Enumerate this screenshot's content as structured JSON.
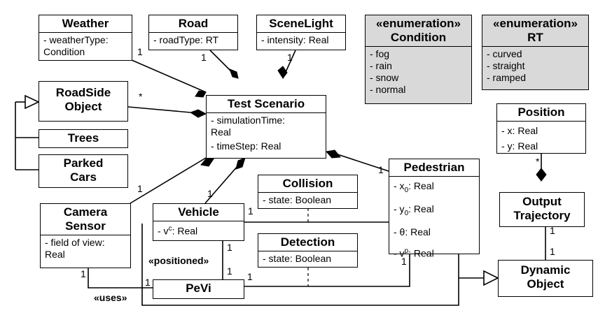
{
  "classes": {
    "weather": {
      "name": "Weather",
      "attrs": [
        "- weatherType:",
        "Condition"
      ]
    },
    "road": {
      "name": "Road",
      "attrs": [
        "- roadType: RT"
      ]
    },
    "scenelight": {
      "name": "SceneLight",
      "attrs": [
        "- intensity: Real"
      ]
    },
    "condition": {
      "stereotype": "«enumeration»",
      "name": "Condition",
      "attrs": [
        "- fog",
        "- rain",
        "- snow",
        "- normal"
      ]
    },
    "rt": {
      "stereotype": "«enumeration»",
      "name": "RT",
      "attrs": [
        "- curved",
        "- straight",
        "- ramped"
      ]
    },
    "roadside": {
      "name": [
        "RoadSide",
        "Object"
      ]
    },
    "trees": {
      "name": "Trees"
    },
    "parked": {
      "name": [
        "Parked",
        "Cars"
      ]
    },
    "testscenario": {
      "name": "Test Scenario",
      "attrs": [
        "- simulationTime:",
        "Real",
        "- timeStep: Real"
      ]
    },
    "position": {
      "name": "Position",
      "attrs": [
        "- x: Real",
        "- y: Real"
      ]
    },
    "camera": {
      "name": [
        "Camera",
        "Sensor"
      ],
      "attrs": [
        "- field of view:",
        "Real"
      ]
    },
    "vehicle": {
      "name": "Vehicle",
      "attr_prefix": "- v",
      "attr_sup": "c",
      "attr_suffix": ": Real"
    },
    "collision": {
      "name": "Collision",
      "attrs": [
        "- state: Boolean"
      ]
    },
    "detection": {
      "name": "Detection",
      "attrs": [
        "- state: Boolean"
      ]
    },
    "pedestrian": {
      "name": "Pedestrian",
      "x0": {
        "pre": "- x",
        "sub": "0",
        "post": ": Real"
      },
      "y0": {
        "pre": "- y",
        "sub": "0",
        "post": ": Real"
      },
      "theta": "- θ: Real",
      "vp": {
        "pre": "- v",
        "sup": "p",
        "post": ": Real"
      }
    },
    "output": {
      "name": [
        "Output",
        "Trajectory"
      ]
    },
    "pevi": {
      "name": "PeVi"
    },
    "dynamic": {
      "name": [
        "Dynamic",
        "Object"
      ]
    }
  },
  "multiplicities": {
    "weather": "1",
    "road": "1",
    "scenelight": "1",
    "roadside": "*",
    "camera": "1",
    "vehicle": "1",
    "pedestrian": "1",
    "position": "*",
    "output_top": "1",
    "dynamic": "1",
    "vehicle_right": "1",
    "vehicle_down": "1",
    "pevi_top": "1",
    "pevi_right": "1",
    "pedestrian_bottom": "1",
    "camera_bottom": "1",
    "pevi_left": "1"
  },
  "labels": {
    "positioned": "«positioned»",
    "uses": "«uses»"
  }
}
